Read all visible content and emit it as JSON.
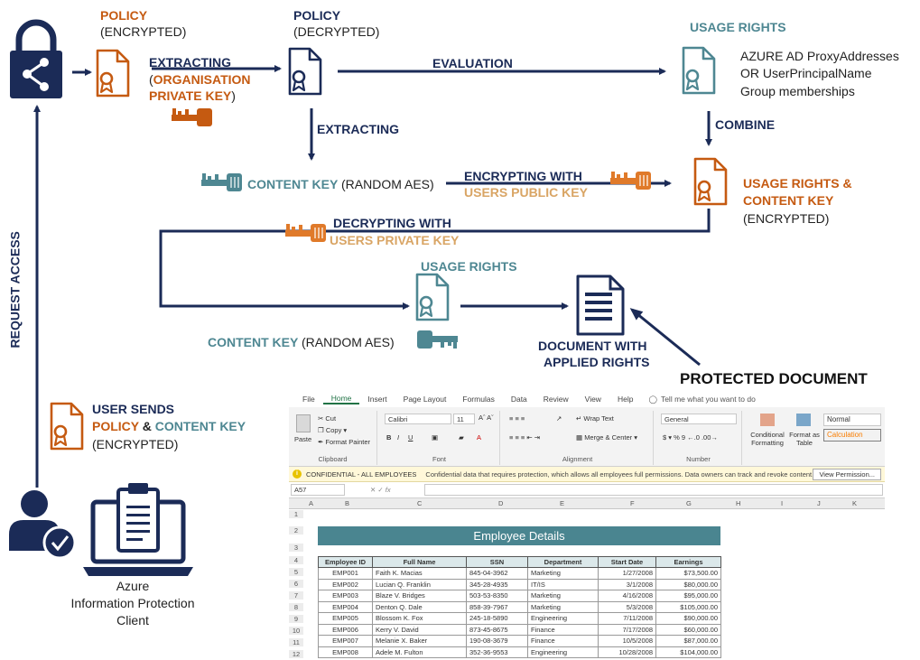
{
  "policy_encrypted": {
    "title": "POLICY",
    "sub": "(ENCRYPTED)"
  },
  "policy_decrypted": {
    "title": "POLICY",
    "sub": "(DECRYPTED)"
  },
  "extracting_1": {
    "line1": "EXTRACTING",
    "line2_paren_open": "(",
    "line2": "ORGANISATION",
    "line3": "PRIVATE KEY",
    "line3_paren_close": ")"
  },
  "evaluation": "EVALUATION",
  "usage_rights_top": {
    "title": "USAGE RIGHTS",
    "lines": [
      "AZURE AD ProxyAddresses",
      "OR UserPrincipalName",
      "Group memberships"
    ]
  },
  "extracting_2": "EXTRACTING",
  "combine": "COMBINE",
  "content_key_1": {
    "label": "CONTENT KEY",
    "sub": "(RANDOM AES)"
  },
  "encrypting_with": {
    "line1": "ENCRYPTING WITH",
    "line2": "USERS PUBLIC KEY"
  },
  "usage_rights_content_key": {
    "line1": "USAGE RIGHTS &",
    "line2": "CONTENT KEY",
    "sub": "(ENCRYPTED)"
  },
  "decrypting_with": {
    "line1": "DECRYPTING WITH",
    "line2": "USERS PRIVATE KEY"
  },
  "usage_rights_mid": "USAGE RIGHTS",
  "content_key_2": {
    "label": "CONTENT KEY",
    "sub": "(RANDOM AES)"
  },
  "document_applied": {
    "line1": "DOCUMENT WITH",
    "line2": "APPLIED RIGHTS"
  },
  "protected_document": "PROTECTED DOCUMENT",
  "request_access": "REQUEST ACCESS",
  "user_sends": {
    "line1": "USER SENDS",
    "policy": "POLICY",
    "amp": " & ",
    "content_key": "CONTENT KEY",
    "sub": "(ENCRYPTED)"
  },
  "client": {
    "line1": "Azure",
    "line2": "Information Protection",
    "line3": "Client"
  },
  "icons": [
    "lock-share-icon",
    "document-certificate-icon",
    "key-icon",
    "document-lines-icon",
    "user-check-icon",
    "laptop-clipboard-icon"
  ],
  "colors": {
    "navy": "#1b2b57",
    "orange": "#c55a11",
    "teal": "#4e8792",
    "tan": "#d9a565"
  },
  "excel": {
    "tabs": [
      "File",
      "Home",
      "Insert",
      "Page Layout",
      "Formulas",
      "Data",
      "Review",
      "View",
      "Help"
    ],
    "tell_me": "Tell me what you want to do",
    "clipboard": {
      "paste": "Paste",
      "cut": "Cut",
      "copy": "Copy",
      "format_painter": "Format Painter",
      "label": "Clipboard"
    },
    "font": {
      "name": "Calibri",
      "size": "11",
      "label": "Font"
    },
    "alignment": {
      "wrap": "Wrap Text",
      "merge": "Merge & Center",
      "label": "Alignment"
    },
    "number": {
      "format": "General",
      "label": "Number"
    },
    "styles": {
      "conditional": "Conditional Formatting",
      "format_table": "Format as Table",
      "normal": "Normal",
      "calculation": "Calculation"
    },
    "info_label": "CONFIDENTIAL - ALL EMPLOYEES",
    "info_desc": "Confidential data that requires protection, which allows all employees full permissions. Data owners can track and revoke content.",
    "view_permission": "View Permission...",
    "cell_ref": "A57",
    "columns": [
      "A",
      "B",
      "C",
      "D",
      "E",
      "F",
      "G",
      "H",
      "I",
      "J",
      "K"
    ],
    "rows": [
      "1",
      "2",
      "3",
      "4",
      "5",
      "6",
      "7",
      "8",
      "9",
      "10",
      "11",
      "12"
    ],
    "banner": "Employee Details",
    "headers": [
      "Employee ID",
      "Full Name",
      "SSN",
      "Department",
      "Start Date",
      "Earnings"
    ],
    "data": [
      [
        "EMP001",
        "Faith K. Macias",
        "845-04-3962",
        "Marketing",
        "1/27/2008",
        "$73,500.00"
      ],
      [
        "EMP002",
        "Lucian Q. Franklin",
        "345-28-4935",
        "IT/IS",
        "3/1/2008",
        "$80,000.00"
      ],
      [
        "EMP003",
        "Blaze V. Bridges",
        "503-53-8350",
        "Marketing",
        "4/16/2008",
        "$95,000.00"
      ],
      [
        "EMP004",
        "Denton Q. Dale",
        "858-39-7967",
        "Marketing",
        "5/3/2008",
        "$105,000.00"
      ],
      [
        "EMP005",
        "Blossom K. Fox",
        "245-18-5890",
        "Engineering",
        "7/11/2008",
        "$90,000.00"
      ],
      [
        "EMP006",
        "Kerry V. David",
        "873-45-8675",
        "Finance",
        "7/17/2008",
        "$60,000.00"
      ],
      [
        "EMP007",
        "Melanie X. Baker",
        "190-08-3679",
        "Finance",
        "10/5/2008",
        "$87,000.00"
      ],
      [
        "EMP008",
        "Adele M. Fulton",
        "352-36-9553",
        "Engineering",
        "10/28/2008",
        "$104,000.00"
      ]
    ]
  }
}
